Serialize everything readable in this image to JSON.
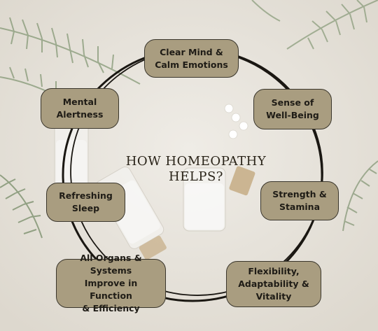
{
  "title": "HOW HOMEOPATHY\nHELPS?",
  "colors": {
    "box_fill": "#a99d80",
    "box_border": "#3a362c",
    "ring": "#1a1712",
    "text": "#1f1c16",
    "background": "#e9e5dd"
  },
  "icons": [
    "pine-branch-icon",
    "glass-vial-icon",
    "homeopathic-pill-icon"
  ],
  "benefits": [
    {
      "label": "Clear Mind &\nCalm Emotions"
    },
    {
      "label": "Sense of\nWell-Being"
    },
    {
      "label": "Strength &\nStamina"
    },
    {
      "label": "Flexibility,\nAdaptability &\nVitality"
    },
    {
      "label": "All Organs & Systems\nImprove in Function\n& Efficiency"
    },
    {
      "label": "Refreshing\nSleep"
    },
    {
      "label": "Mental\nAlertness"
    }
  ]
}
